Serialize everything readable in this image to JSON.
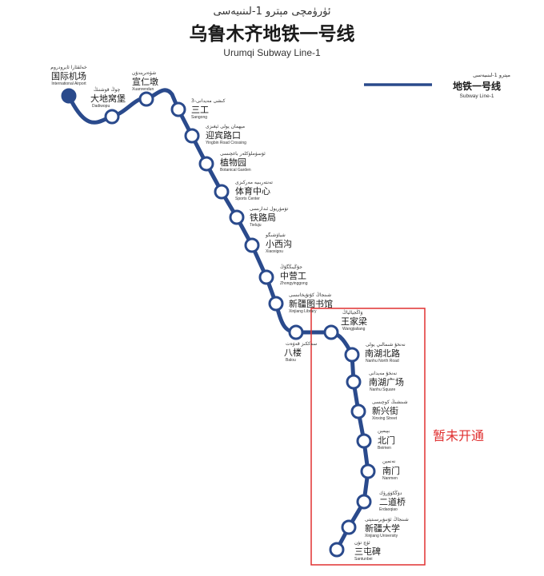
{
  "header": {
    "uyghur_title": "ئۈرۈمچى مېترو 1-لىنىيەسى",
    "title": "乌鲁木齐地铁一号线",
    "subtitle": "Urumqi Subway Line-1"
  },
  "legend": {
    "uyghur": "مېترو 1-لىنىيەسى",
    "label_cn": "地铁一号线",
    "label_en": "Subway Line-1",
    "line_color": "#2a4a8c"
  },
  "colors": {
    "line": "#2a4a8c",
    "terminal_fill": "#2a4a8c",
    "station_fill": "#ffffff",
    "highlight": "#e03030"
  },
  "highlight": {
    "label": "暂未开通"
  },
  "stations": [
    {
      "id": "airport",
      "cn": "国际机场",
      "en": "International Airport",
      "ug": "خەلقئارا ئايرودروم",
      "terminal": true
    },
    {
      "id": "dadiwopu",
      "cn": "大地窝堡",
      "en": "Dadiwopu",
      "ug": "چوڭ قوشنىڭ"
    },
    {
      "id": "xuanrendun",
      "cn": "宣仁墩",
      "en": "Xuanrendun",
      "ug": "شۈەنرېندۇن"
    },
    {
      "id": "sangong",
      "cn": "三工",
      "en": "Sangong",
      "ug": "3-كىشى مەيدانى"
    },
    {
      "id": "yingbin",
      "cn": "迎宾路口",
      "en": "Yingbin Road Crossing",
      "ug": "مېھمان يولى ئېغىزى"
    },
    {
      "id": "botanical",
      "cn": "植物园",
      "en": "Botanical Garden",
      "ug": "ئۆسۈملۈكلەر باغچىسى"
    },
    {
      "id": "sports",
      "cn": "体育中心",
      "en": "Sports Center",
      "ug": "تەنتەربىيە مەركىزى"
    },
    {
      "id": "tieluju",
      "cn": "铁路局",
      "en": "Tieluju",
      "ug": "تۆمۈريول ئىدارىسى"
    },
    {
      "id": "xiaoxigou",
      "cn": "小西沟",
      "en": "Xiaoxigou",
      "ug": "شياۋشىگو"
    },
    {
      "id": "zhongyinggong",
      "cn": "中营工",
      "en": "Zhongyinggong",
      "ug": "جۇڭيىڭگۇڭ"
    },
    {
      "id": "library",
      "cn": "新疆图书馆",
      "en": "Xinjiang Library",
      "ug": "شىنجاڭ كۇتۇپخانىسى"
    },
    {
      "id": "balou",
      "cn": "八楼",
      "en": "Balou",
      "ug": "سەككىز قەۋەت"
    },
    {
      "id": "wangjialiang",
      "cn": "王家梁",
      "en": "Wangjialiang",
      "ug": "ۋاڭجيالياڭ"
    },
    {
      "id": "nanhunorth",
      "cn": "南湖北路",
      "en": "Nanhu North Road",
      "ug": "نەنخۇ شىمالىي يولى"
    },
    {
      "id": "nanhusquare",
      "cn": "南湖广场",
      "en": "Nanhu Square",
      "ug": "نەنخۇ مەيدانى"
    },
    {
      "id": "xinxing",
      "cn": "新兴街",
      "en": "Xinxing Street",
      "ug": "شىنشىڭ كوچىسى"
    },
    {
      "id": "beimen",
      "cn": "北门",
      "en": "Beimen",
      "ug": "بېيمېن"
    },
    {
      "id": "nanmen",
      "cn": "南门",
      "en": "Nanmen",
      "ug": "نەنمېن"
    },
    {
      "id": "erdaoqiao",
      "cn": "二道桥",
      "en": "Erdaoqiao",
      "ug": "دۆڭكۆۋرۈك"
    },
    {
      "id": "xju",
      "cn": "新疆大学",
      "en": "Xinjiang University",
      "ug": "شىنجاڭ ئۇنىۋېرسىتېتى"
    },
    {
      "id": "santunbei",
      "cn": "三屯碑",
      "en": "Santunbei",
      "ug": "ئۈچ تۈن"
    }
  ]
}
